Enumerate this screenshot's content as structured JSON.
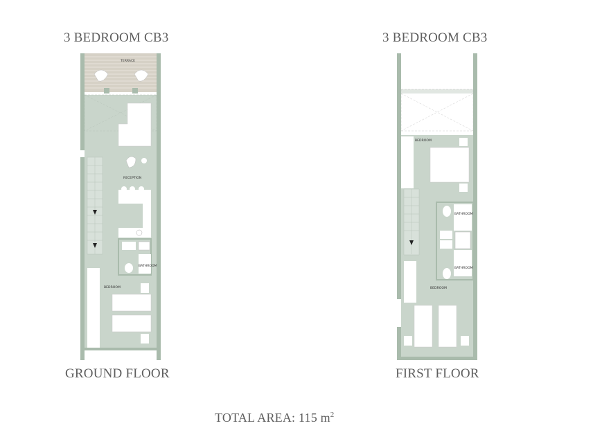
{
  "ground_floor": {
    "heading": "3 BEDROOM CB3",
    "caption": "GROUND FLOOR",
    "rooms": [
      "TERRACE",
      "RECEPTION",
      "BATHROOM",
      "BEDROOM"
    ]
  },
  "first_floor": {
    "heading": "3 BEDROOM CB3",
    "caption": "FIRST FLOOR",
    "rooms": [
      "BEDROOM",
      "BATHROOM",
      "BATHROOM",
      "BEDROOM"
    ]
  },
  "total_area": {
    "label": "TOTAL AREA: 115 m",
    "unit_superscript": "2"
  },
  "colors": {
    "floor": "#c9d5cb",
    "wall": "#a9bbac",
    "terrace_deck": "#d6d1c6",
    "text": "#5e5e5e"
  }
}
